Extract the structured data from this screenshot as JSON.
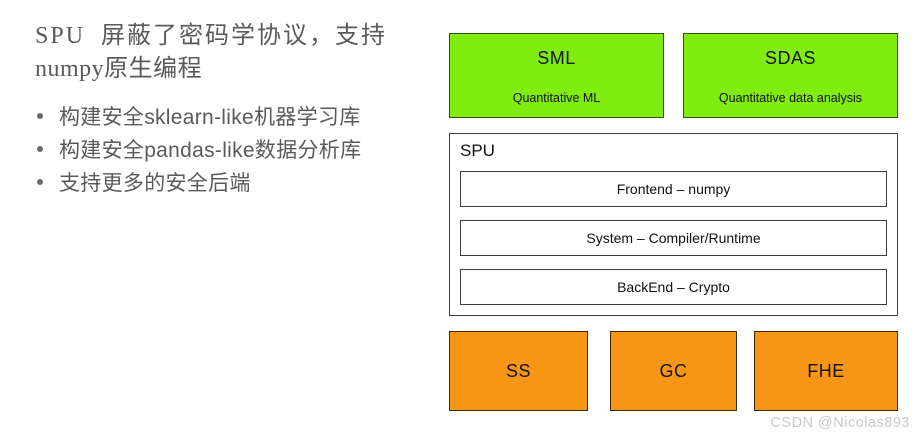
{
  "left_panel": {
    "intro_line1": "SPU  屏蔽了密码学协议，支持",
    "intro_line2": "numpy原生编程",
    "bullets": [
      "构建安全sklearn-like机器学习库",
      "构建安全pandas-like数据分析库",
      "支持更多的安全后端"
    ]
  },
  "diagram": {
    "top_boxes": [
      {
        "title": "SML",
        "subtitle": "Quantitative ML"
      },
      {
        "title": "SDAS",
        "subtitle": "Quantitative data analysis"
      }
    ],
    "spu": {
      "label": "SPU",
      "layers": [
        "Frontend – numpy",
        "System – Compiler/Runtime",
        "BackEnd – Crypto"
      ]
    },
    "bottom_boxes": [
      {
        "label": "SS"
      },
      {
        "label": "GC"
      },
      {
        "label": "FHE"
      }
    ]
  },
  "watermark": "CSDN @Nicolas893",
  "colors": {
    "box_green": "#80ec10",
    "box_green_border": "#3c4a0a",
    "box_orange": "#fa9615",
    "box_orange_border": "#3a2b05",
    "diagram_text": "#111111",
    "left_text_gray": "#5a5a5a",
    "watermark_gray": "#c9c9c9"
  }
}
